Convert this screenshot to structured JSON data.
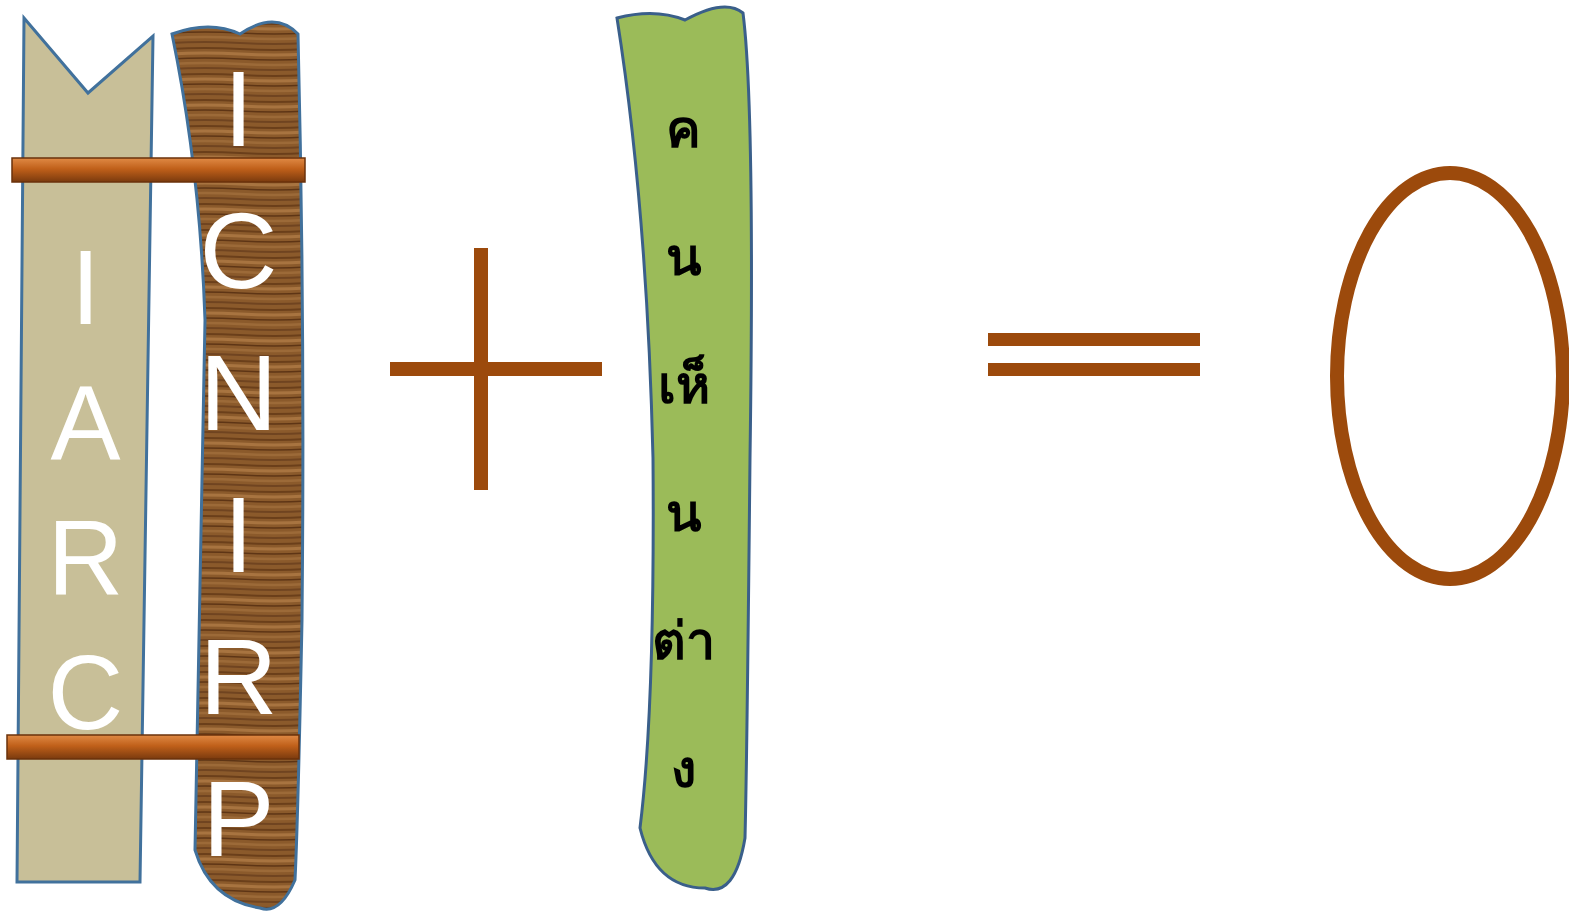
{
  "diagram": {
    "nodes": [
      {
        "text": [
          "IARC"
        ]
      },
      {
        "text": [
          "ICNIRP"
        ]
      },
      {
        "text": [
          "คนเห็นต่าง"
        ]
      }
    ]
  }
}
